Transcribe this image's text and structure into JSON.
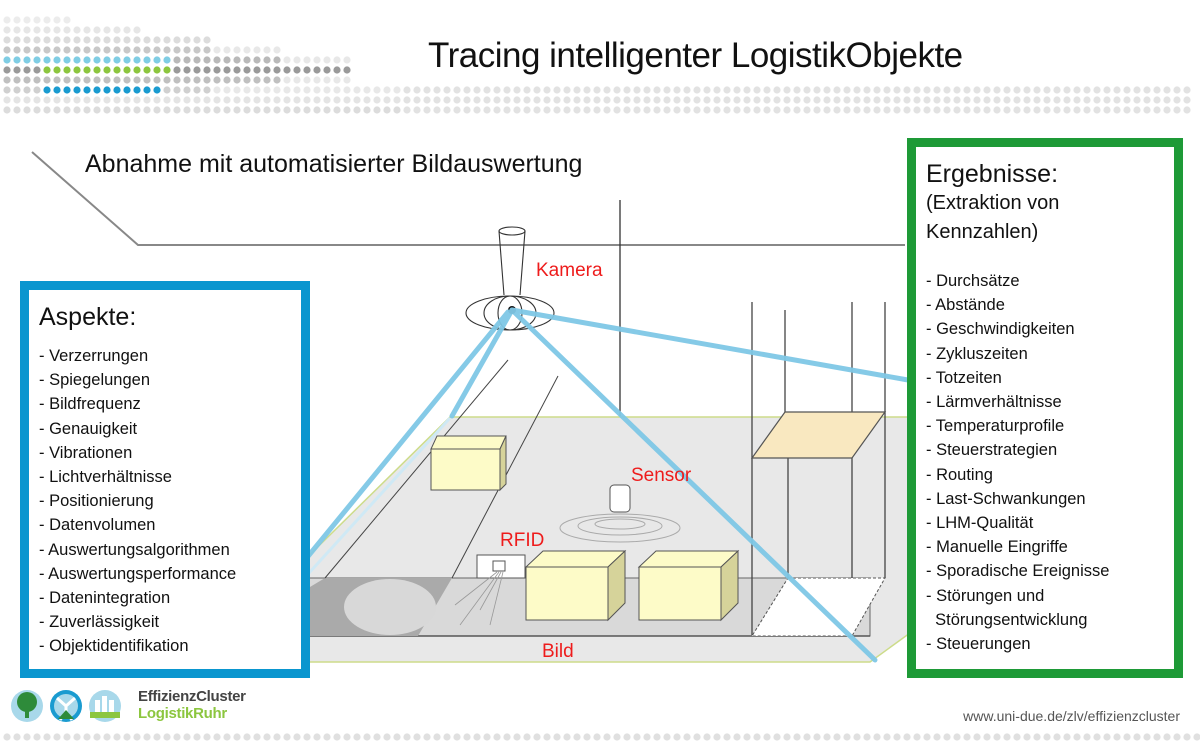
{
  "header": {
    "title": "Tracing intelligenter LogistikObjekte"
  },
  "diagram": {
    "subtitle": "Abnahme mit automatisierter Bildauswertung",
    "labels": {
      "camera": "Kamera",
      "sensor": "Sensor",
      "rfid": "RFID",
      "image": "Bild"
    }
  },
  "aspects_box": {
    "heading": "Aspekte:",
    "items": [
      "- Verzerrungen",
      "- Spiegelungen",
      "- Bildfrequenz",
      "- Genauigkeit",
      "- Vibrationen",
      "- Lichtverhältnisse",
      "- Positionierung",
      "- Datenvolumen",
      "- Auswertungsalgorithmen",
      "- Auswertungsperformance",
      "- Datenintegration",
      "- Zuverlässigkeit",
      "- Objektidentifikation"
    ],
    "border_color": "#0a96cf"
  },
  "results_box": {
    "heading": "Ergebnisse:",
    "subheading_line1": "(Extraktion von",
    "subheading_line2": "Kennzahlen)",
    "items": [
      "- Durchsätze",
      "- Abstände",
      "- Geschwindigkeiten",
      "- Zykluszeiten",
      "- Totzeiten",
      "- Lärmverhältnisse",
      "- Temperaturprofile",
      "- Steuerstrategien",
      "- Routing",
      "- Last-Schwankungen",
      "- LHM-Qualität",
      "- Manuelle Eingriffe",
      "- Sporadische Ereignisse",
      "- Störungen und",
      "  Störungsentwicklung",
      "- Steuerungen"
    ],
    "border_color": "#1e9a37"
  },
  "footer": {
    "logo_line1": "EffizienzCluster",
    "logo_line2": "LogistikRuhr",
    "url": "www.uni-due.de/zlv/effizienzcluster"
  },
  "colors": {
    "accent_red": "#ee1c1c",
    "beam_blue": "#7fc8e6",
    "box_fill": "#fdfbc8",
    "floor_gray": "#e6e6e6"
  }
}
